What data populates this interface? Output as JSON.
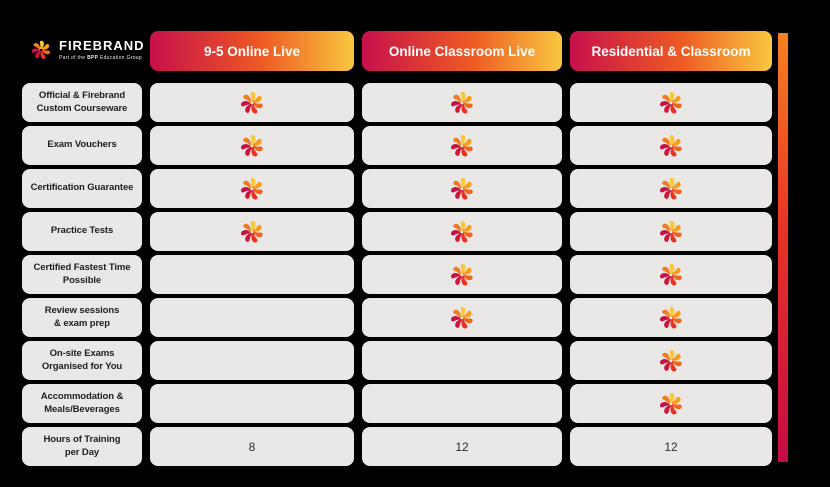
{
  "brand": {
    "name": "FIREBRAND",
    "tagline_prefix": "Part of the ",
    "tagline_bold": "BPP",
    "tagline_suffix": " Education Group"
  },
  "chart_data": {
    "type": "table",
    "title": "Firebrand training format comparison",
    "columns": [
      "9-5 Online Live",
      "Online Classroom Live",
      "Residential & Classroom"
    ],
    "rows": [
      {
        "feature": "Official & Firebrand Custom Courseware",
        "values": [
          "check",
          "check",
          "check"
        ]
      },
      {
        "feature": "Exam Vouchers",
        "values": [
          "check",
          "check",
          "check"
        ]
      },
      {
        "feature": "Certification Guarantee",
        "values": [
          "check",
          "check",
          "check"
        ]
      },
      {
        "feature": "Practice Tests",
        "values": [
          "check",
          "check",
          "check"
        ]
      },
      {
        "feature": "Certified Fastest Time Possible",
        "values": [
          "",
          "check",
          "check"
        ]
      },
      {
        "feature": "Review sessions & exam prep",
        "values": [
          "",
          "check",
          "check"
        ]
      },
      {
        "feature": "On-site Exams Organised for You",
        "values": [
          "",
          "",
          "check"
        ]
      },
      {
        "feature": "Accommodation & Meals/Beverages",
        "values": [
          "",
          "",
          "check"
        ]
      },
      {
        "feature": "Hours of Training per Day",
        "values": [
          "8",
          "12",
          "12"
        ]
      }
    ]
  },
  "display": {
    "row_labels": [
      "Official & Firebrand\nCustom Courseware",
      "Exam Vouchers",
      "Certification Guarantee",
      "Practice Tests",
      "Certified Fastest Time\nPossible",
      "Review sessions\n& exam prep",
      "On-site Exams\nOrganised for You",
      "Accommodation &\nMeals/Beverages",
      "Hours of Training\nper Day"
    ]
  },
  "colors": {
    "background": "#000000",
    "card": "#e9e8e6",
    "label_text": "#1d1d1b",
    "header_text": "#ffffff",
    "header_gradient": [
      "#c6104a",
      "#ee5a23",
      "#f9c73f"
    ],
    "side_bar_gradient": [
      "#f5821f",
      "#e93326",
      "#c50b45"
    ],
    "icon_petals": [
      "#fcc738",
      "#f89e1b",
      "#f1661f",
      "#e93223",
      "#cf1637",
      "#c31247",
      "#ef7d24"
    ]
  }
}
